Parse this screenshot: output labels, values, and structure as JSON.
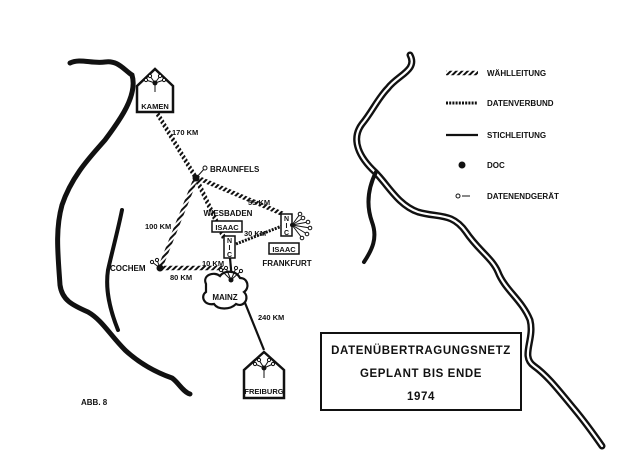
{
  "legend": {
    "waehlleitung": "WÄHLLEITUNG",
    "datenverbund": "DATENVERBUND",
    "stichleitung": "STICHLEITUNG",
    "doc": "DOC",
    "datenendgeraet": "DATENENDGERÄT"
  },
  "cities": {
    "kamen": "KAMEN",
    "braunfels": "BRAUNFELS",
    "wiesbaden": "WIESBADEN",
    "frankfurt": "FRANKFURT",
    "cochem": "COCHEM",
    "mainz": "MAINZ",
    "freiburg": "FREIBURG"
  },
  "nodes": {
    "isaac_wiesbaden": "ISAAC",
    "isaac_frankfurt": "ISAAC",
    "nic": "N I C"
  },
  "distances": {
    "kamen_braunfels": "170 KM",
    "braunfels_frankfurt": "55 KM",
    "cochem_braunfels": "100 KM",
    "wiesbaden_frankfurt": "30 KM",
    "wiesbaden_mainz": "10 KM",
    "cochem_mainz": "80 KM",
    "mainz_freiburg": "240 KM"
  },
  "title": {
    "line1": "DATENÜBERTRAGUNGSNETZ",
    "line2": "GEPLANT BIS ENDE",
    "line3": "1974"
  },
  "figure_label": "ABB. 8"
}
